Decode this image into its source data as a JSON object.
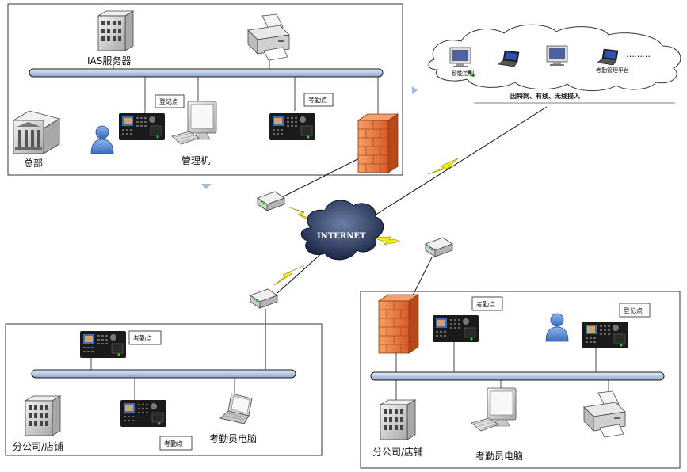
{
  "hq": {
    "server_label": "IAS服务器",
    "hq_label": "总部",
    "admin_pc_label": "管理机",
    "register_tag": "登记点",
    "attendance_tag": "考勤点"
  },
  "cloud": {
    "pc1_label": "智能控制",
    "dots": "………",
    "platform_label": "考勤管理平台",
    "access_label": "因特网、有线、无线接入"
  },
  "internet": {
    "label": "INTERNET"
  },
  "branch_left": {
    "attendance_tag_top": "考勤点",
    "attendance_tag_bottom": "考勤点",
    "branch_label": "分公司/店铺",
    "pc_label": "考勤员电脑"
  },
  "branch_right": {
    "attendance_tag": "考勤点",
    "register_tag": "登记点",
    "branch_label": "分公司/店铺",
    "pc_label": "考勤员电脑"
  },
  "colors": {
    "bus_fill": "#c9d6ee",
    "bus_stroke": "#1a1a1a",
    "firewall": "#e8703a",
    "cloud_dark": "#1e2a4a",
    "lightning": "#e8e800"
  }
}
